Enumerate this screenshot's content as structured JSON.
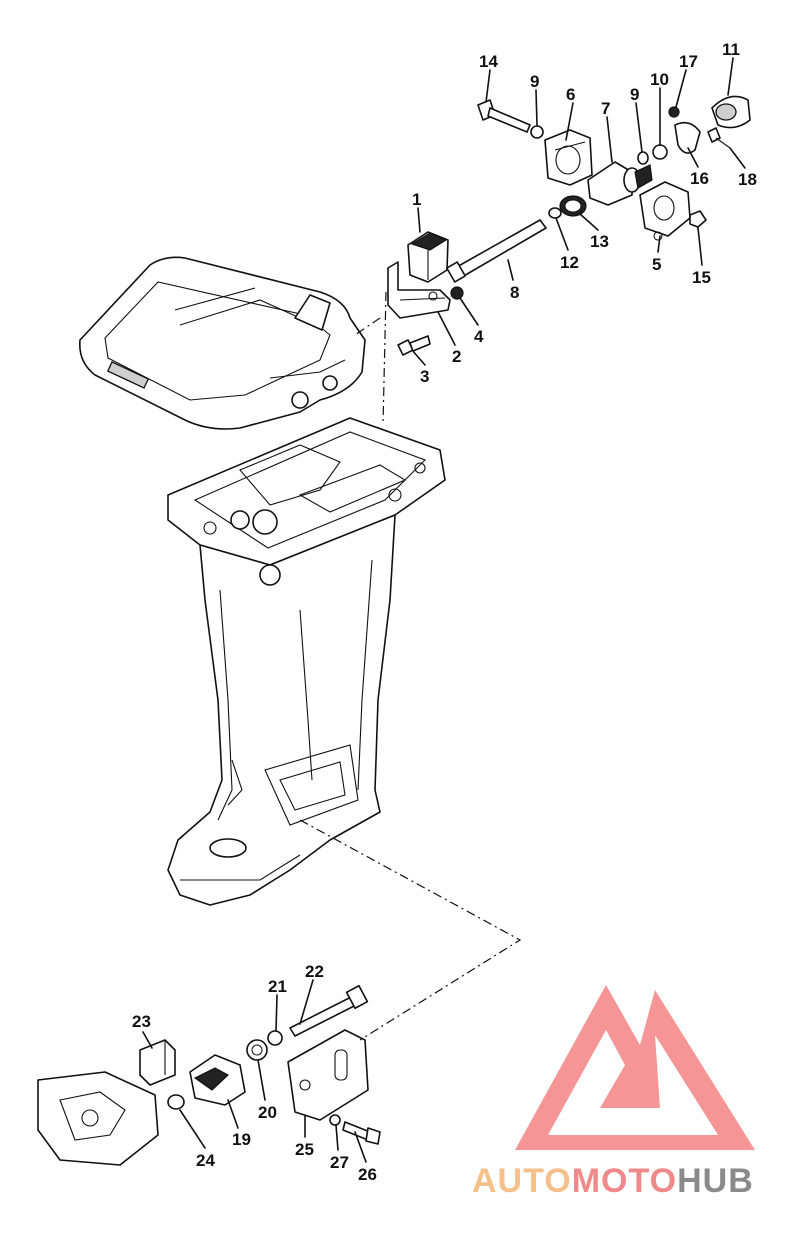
{
  "callouts": [
    {
      "label": "1"
    },
    {
      "label": "2"
    },
    {
      "label": "3"
    },
    {
      "label": "4"
    },
    {
      "label": "5"
    },
    {
      "label": "6"
    },
    {
      "label": "7"
    },
    {
      "label": "8"
    },
    {
      "label": "9"
    },
    {
      "label": "9"
    },
    {
      "label": "10"
    },
    {
      "label": "11"
    },
    {
      "label": "12"
    },
    {
      "label": "13"
    },
    {
      "label": "14"
    },
    {
      "label": "15"
    },
    {
      "label": "16"
    },
    {
      "label": "17"
    },
    {
      "label": "18"
    },
    {
      "label": "19"
    },
    {
      "label": "20"
    },
    {
      "label": "21"
    },
    {
      "label": "22"
    },
    {
      "label": "23"
    },
    {
      "label": "24"
    },
    {
      "label": "25"
    },
    {
      "label": "26"
    },
    {
      "label": "27"
    }
  ],
  "watermark": {
    "part1": "AUTO",
    "part2": "MOTO",
    "part3": "HUB",
    "colors": {
      "auto": "#f5c08a",
      "moto": "#f08a8a",
      "hub": "#8a8a8a",
      "logo": "#f58a8a"
    }
  }
}
